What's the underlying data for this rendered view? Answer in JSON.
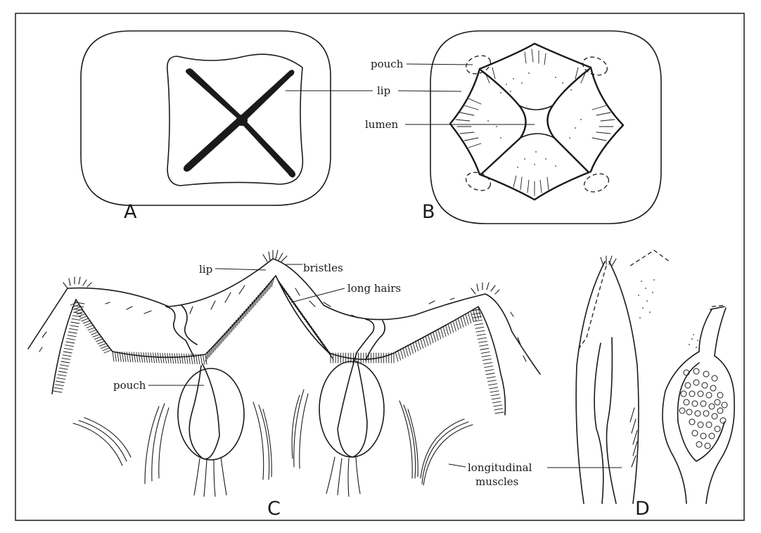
{
  "panels": {
    "A": {
      "letter": "A",
      "labels": {
        "lip": "lip"
      }
    },
    "B": {
      "letter": "B",
      "labels": {
        "pouch": "pouch",
        "lumen": "lumen"
      }
    },
    "C": {
      "letter": "C",
      "labels": {
        "bristles": "bristles",
        "lip": "lip",
        "long_hairs": "long hairs",
        "pouch": "pouch",
        "longitudinal": "longitudinal",
        "muscles": "muscles"
      }
    },
    "D": {
      "letter": "D"
    }
  },
  "colors": {
    "ink": "#1a1a1a",
    "paper": "#ffffff"
  }
}
